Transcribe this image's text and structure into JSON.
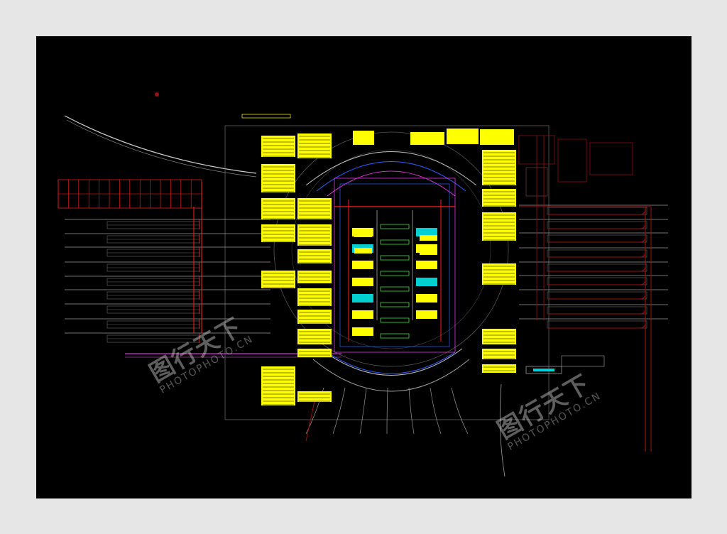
{
  "drawing": {
    "title_block": "",
    "colors": {
      "background": "#000000",
      "page_bg": "#e6e6e6",
      "yellow": "#ffff00",
      "red": "#ff2020",
      "dark_red": "#9a1010",
      "white": "#ffffff",
      "cyan": "#00d0d0",
      "magenta": "#ff40ff",
      "blue": "#3060ff",
      "green": "#40ff40",
      "gray": "#808080"
    }
  },
  "watermarks": [
    {
      "text": "图行天下",
      "sub": "PHOTOPHOTO.CN"
    },
    {
      "text": "图行天下",
      "sub": "PHOTOPHOTO.CN"
    }
  ]
}
